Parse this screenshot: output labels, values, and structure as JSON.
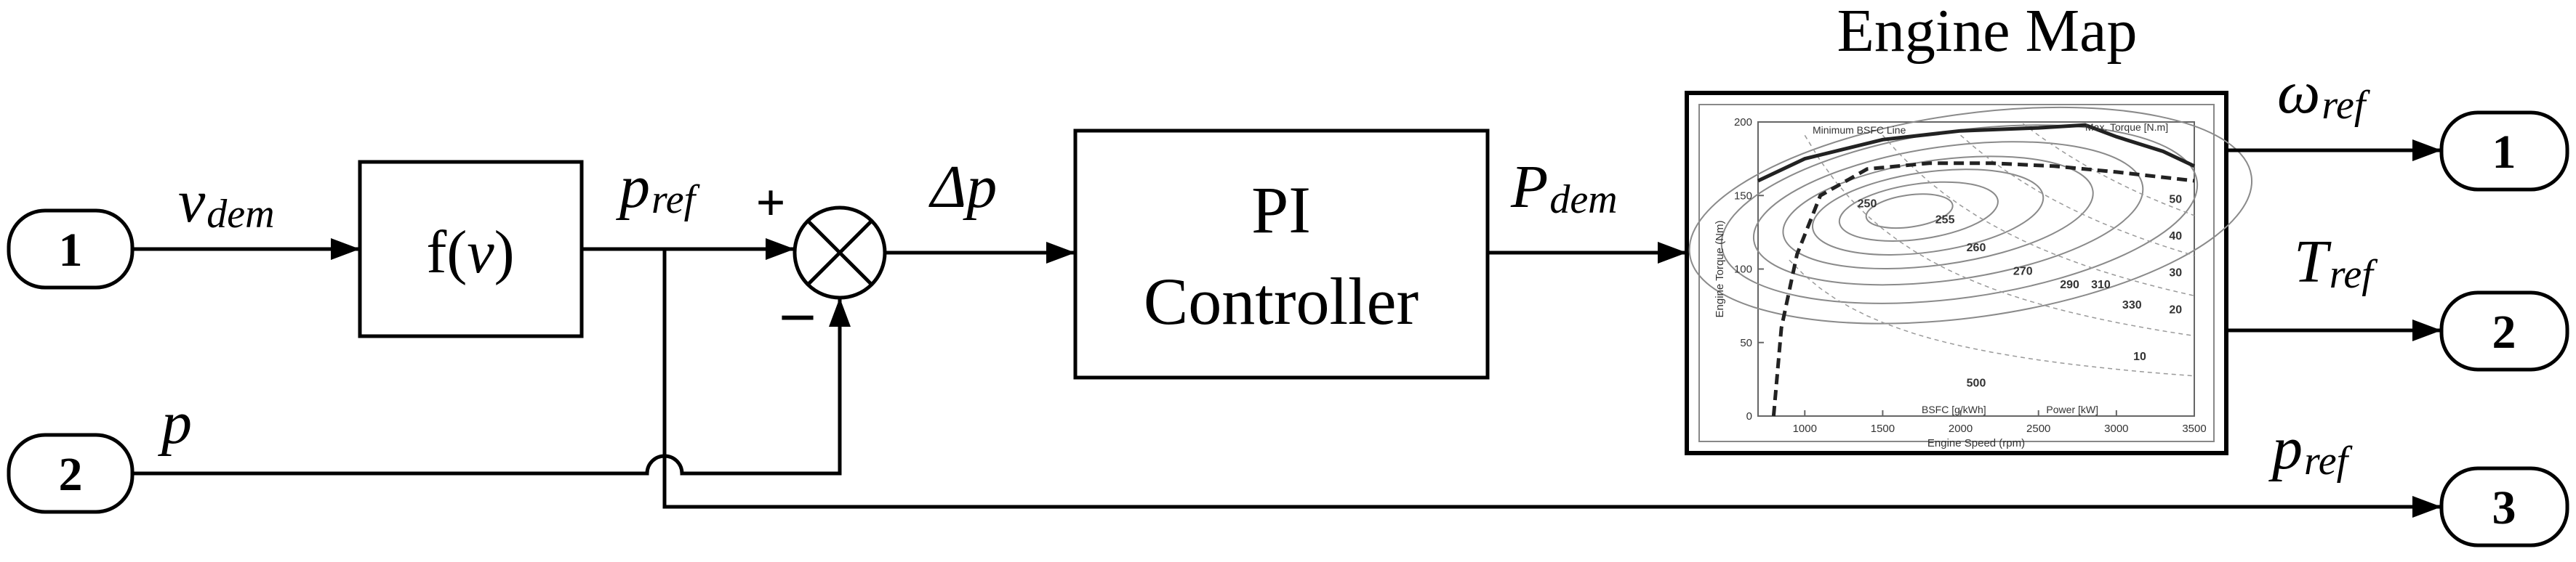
{
  "inputs": [
    {
      "number": "1",
      "signal": "v",
      "sub": "dem"
    },
    {
      "number": "2",
      "signal": "p"
    }
  ],
  "outputs": [
    {
      "number": "1",
      "signal": "ω",
      "sub": "ref"
    },
    {
      "number": "2",
      "signal": "T",
      "sub": "ref"
    },
    {
      "number": "3",
      "signal": "p",
      "sub": "ref"
    }
  ],
  "function_block": {
    "label_prefix": "f(",
    "label_var": "v",
    "label_suffix": ")"
  },
  "pref_signal": {
    "signal": "p",
    "sub": "ref"
  },
  "sum_junction": {
    "plus": "+",
    "minus": "–"
  },
  "error_signal": {
    "label": "Δp"
  },
  "pi_controller": {
    "line1": "PI",
    "line2": "Controller"
  },
  "power_demand": {
    "signal": "P",
    "sub": "dem"
  },
  "engine_map": {
    "title": "Engine Map",
    "chart_data": {
      "type": "contour",
      "xlabel": "Engine Speed (rpm)",
      "ylabel": "Engine Torque (Nm)",
      "xlim": [
        700,
        3500
      ],
      "ylim": [
        0,
        200
      ],
      "xticks": [
        "1000",
        "1500",
        "2000",
        "2500",
        "3000",
        "3500"
      ],
      "yticks": [
        "0",
        "50",
        "100",
        "150",
        "200"
      ],
      "annotations": {
        "min_bsfc": "Minimum BSFC Line",
        "max_torque": "Max. Torque [N.m]",
        "bsfc": "BSFC [g/kWh]",
        "power": "Power [kW]"
      },
      "max_torque_curve": [
        [
          700,
          160
        ],
        [
          1000,
          175
        ],
        [
          1500,
          188
        ],
        [
          2000,
          194
        ],
        [
          2500,
          196
        ],
        [
          2800,
          198
        ],
        [
          3000,
          190
        ],
        [
          3300,
          180
        ],
        [
          3500,
          170
        ]
      ],
      "min_bsfc_line": [
        [
          800,
          0
        ],
        [
          850,
          60
        ],
        [
          950,
          110
        ],
        [
          1100,
          150
        ],
        [
          1400,
          168
        ],
        [
          1800,
          172
        ],
        [
          2200,
          172
        ],
        [
          2600,
          170
        ],
        [
          3000,
          166
        ],
        [
          3500,
          160
        ]
      ],
      "bsfc_labels": [
        {
          "x": 1400,
          "y": 142,
          "text": "250"
        },
        {
          "x": 1900,
          "y": 131,
          "text": "255"
        },
        {
          "x": 2100,
          "y": 112,
          "text": "260"
        },
        {
          "x": 2400,
          "y": 96,
          "text": "270"
        },
        {
          "x": 2700,
          "y": 87,
          "text": "290"
        },
        {
          "x": 2900,
          "y": 87,
          "text": "310"
        },
        {
          "x": 3100,
          "y": 73,
          "text": "330"
        },
        {
          "x": 2100,
          "y": 20,
          "text": "500"
        }
      ],
      "power_labels": [
        {
          "x": 3380,
          "y": 145,
          "text": "50"
        },
        {
          "x": 3380,
          "y": 120,
          "text": "40"
        },
        {
          "x": 3380,
          "y": 95,
          "text": "30"
        },
        {
          "x": 3380,
          "y": 70,
          "text": "20"
        },
        {
          "x": 3150,
          "y": 38,
          "text": "10"
        }
      ]
    }
  }
}
